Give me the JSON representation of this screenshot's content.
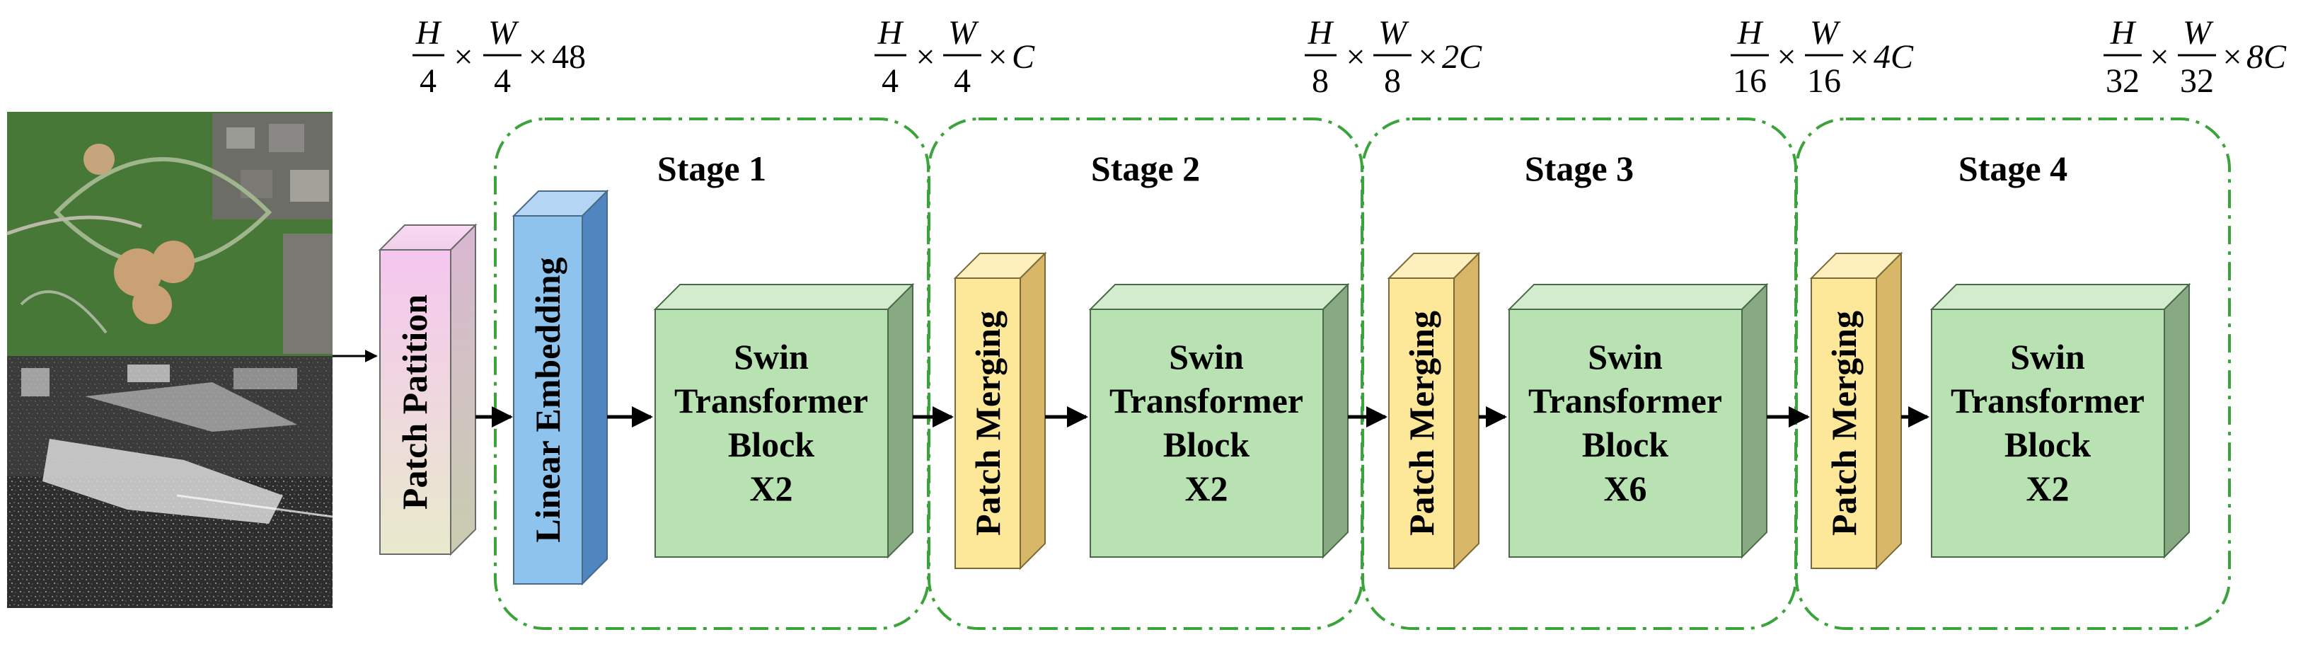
{
  "stages": [
    {
      "title": "Stage 1",
      "block_label": [
        "Swin",
        "Transformer",
        "Block",
        "X2"
      ],
      "dims": {
        "h": "H",
        "h_den": "4",
        "w": "W",
        "w_den": "4",
        "ch": "C"
      }
    },
    {
      "title": "Stage 2",
      "merge_label": "Patch Merging",
      "block_label": [
        "Swin",
        "Transformer",
        "Block",
        "X2"
      ],
      "dims": {
        "h": "H",
        "h_den": "8",
        "w": "W",
        "w_den": "8",
        "ch": "2C"
      }
    },
    {
      "title": "Stage 3",
      "merge_label": "Patch Merging",
      "block_label": [
        "Swin",
        "Transformer",
        "Block",
        "X6"
      ],
      "dims": {
        "h": "H",
        "h_den": "16",
        "w": "W",
        "w_den": "16",
        "ch": "4C"
      }
    },
    {
      "title": "Stage 4",
      "merge_label": "Patch Merging",
      "block_label": [
        "Swin",
        "Transformer",
        "Block",
        "X2"
      ],
      "dims": {
        "h": "H",
        "h_den": "32",
        "w": "W",
        "w_den": "32",
        "ch": "8C"
      }
    }
  ],
  "input_dims": {
    "h": "H",
    "h_den": "4",
    "w": "W",
    "w_den": "4",
    "ch": "48"
  },
  "times": "×",
  "patch_partition_label": "Patch Patition",
  "linear_embedding_label": "Linear Embedding",
  "colors": {
    "stage_border": "#3aa33a",
    "pink_front": "#f3c8ec",
    "pink_side": "#dcc8b8",
    "blue_front": "#8ec3ee",
    "blue_side": "#4f86c0",
    "yellow_front": "#fde89a",
    "yellow_side": "#d8b868",
    "green_front": "#b9e2b3",
    "green_top": "#d2eccd",
    "green_side": "#87aa82"
  }
}
